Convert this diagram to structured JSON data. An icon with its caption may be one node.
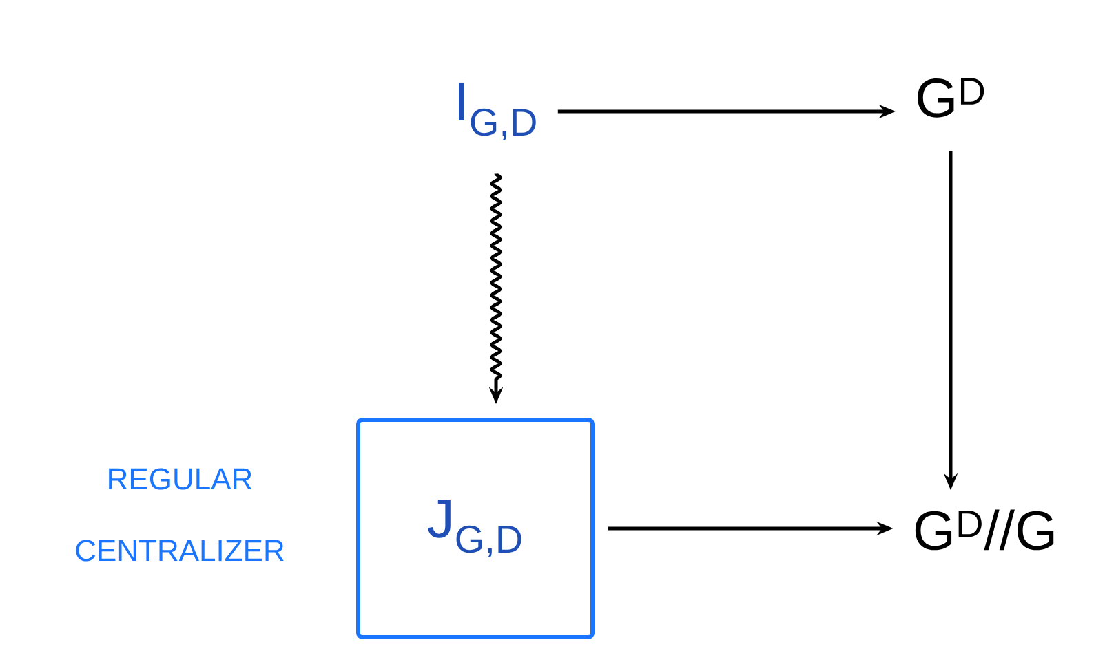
{
  "diagram": {
    "nodes": [
      {
        "text": [
          "I$_{G,D}$"
        ]
      },
      {
        "text": [
          "G$^{D}$"
        ]
      },
      {
        "text": [
          "J$_{G,D}$"
        ],
        "beside": [
          "REGULAR CENTRALIZER"
        ]
      },
      {
        "text": [
          "G$^{D}$//G"
        ]
      }
    ],
    "edges": [
      {
        "from": 0,
        "to": 1,
        "arrow": "to"
      },
      {
        "from": 0,
        "to": 2,
        "arrow": "to"
      },
      {
        "from": 1,
        "to": 3,
        "arrow": "to"
      },
      {
        "from": 2,
        "to": 3,
        "arrow": "to"
      }
    ]
  }
}
